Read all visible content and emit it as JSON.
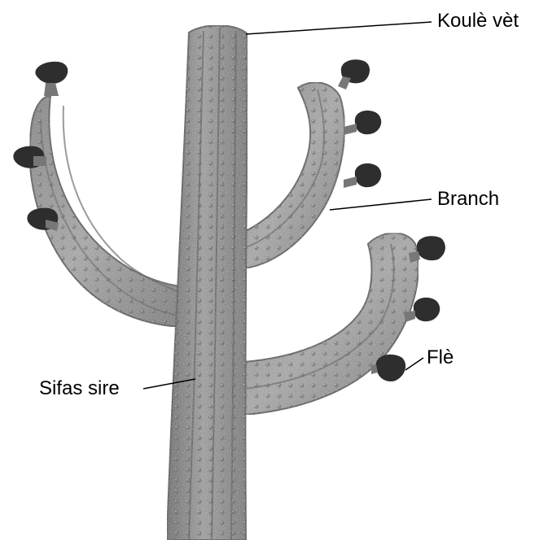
{
  "diagram": {
    "labels": {
      "top": "Koulè vèt",
      "branch": "Branch",
      "flower": "Flè",
      "skin": "Sifas sire"
    }
  },
  "colors": {
    "background": "#ffffff",
    "plant_mid": "#8a8a8a",
    "plant_dark": "#3a3a3a",
    "plant_light": "#c8c8c8",
    "leader_line": "#000000"
  }
}
